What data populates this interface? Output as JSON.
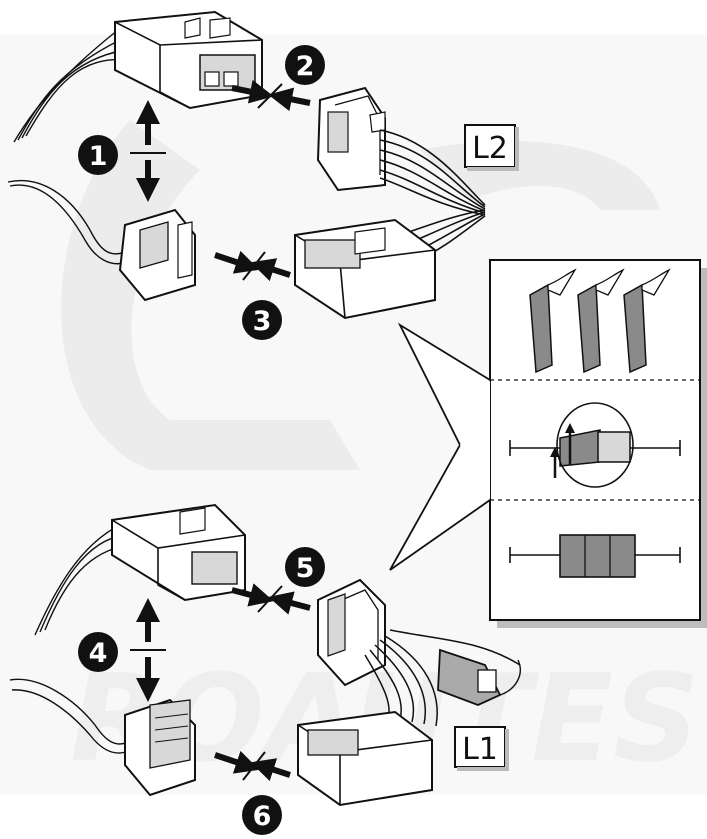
{
  "watermark": {
    "text": "ROAUTES",
    "color": "#eeeeee"
  },
  "steps": [
    {
      "id": "1",
      "label": "1"
    },
    {
      "id": "2",
      "label": "2"
    },
    {
      "id": "3",
      "label": "3"
    },
    {
      "id": "4",
      "label": "4"
    },
    {
      "id": "5",
      "label": "5"
    },
    {
      "id": "6",
      "label": "6"
    }
  ],
  "harness_labels": {
    "top": "L2",
    "bottom": "L1"
  },
  "detail_panel": {
    "sections": [
      "tape-strips",
      "wrap-tape-around-connector",
      "taped-connector-joint"
    ]
  },
  "colors": {
    "ink": "#111111",
    "connector_fill": "#ffffff",
    "connector_shade": "#d8d8d8",
    "panel_shadow": "#bdbdbd",
    "tape": "#8a8a8a"
  }
}
